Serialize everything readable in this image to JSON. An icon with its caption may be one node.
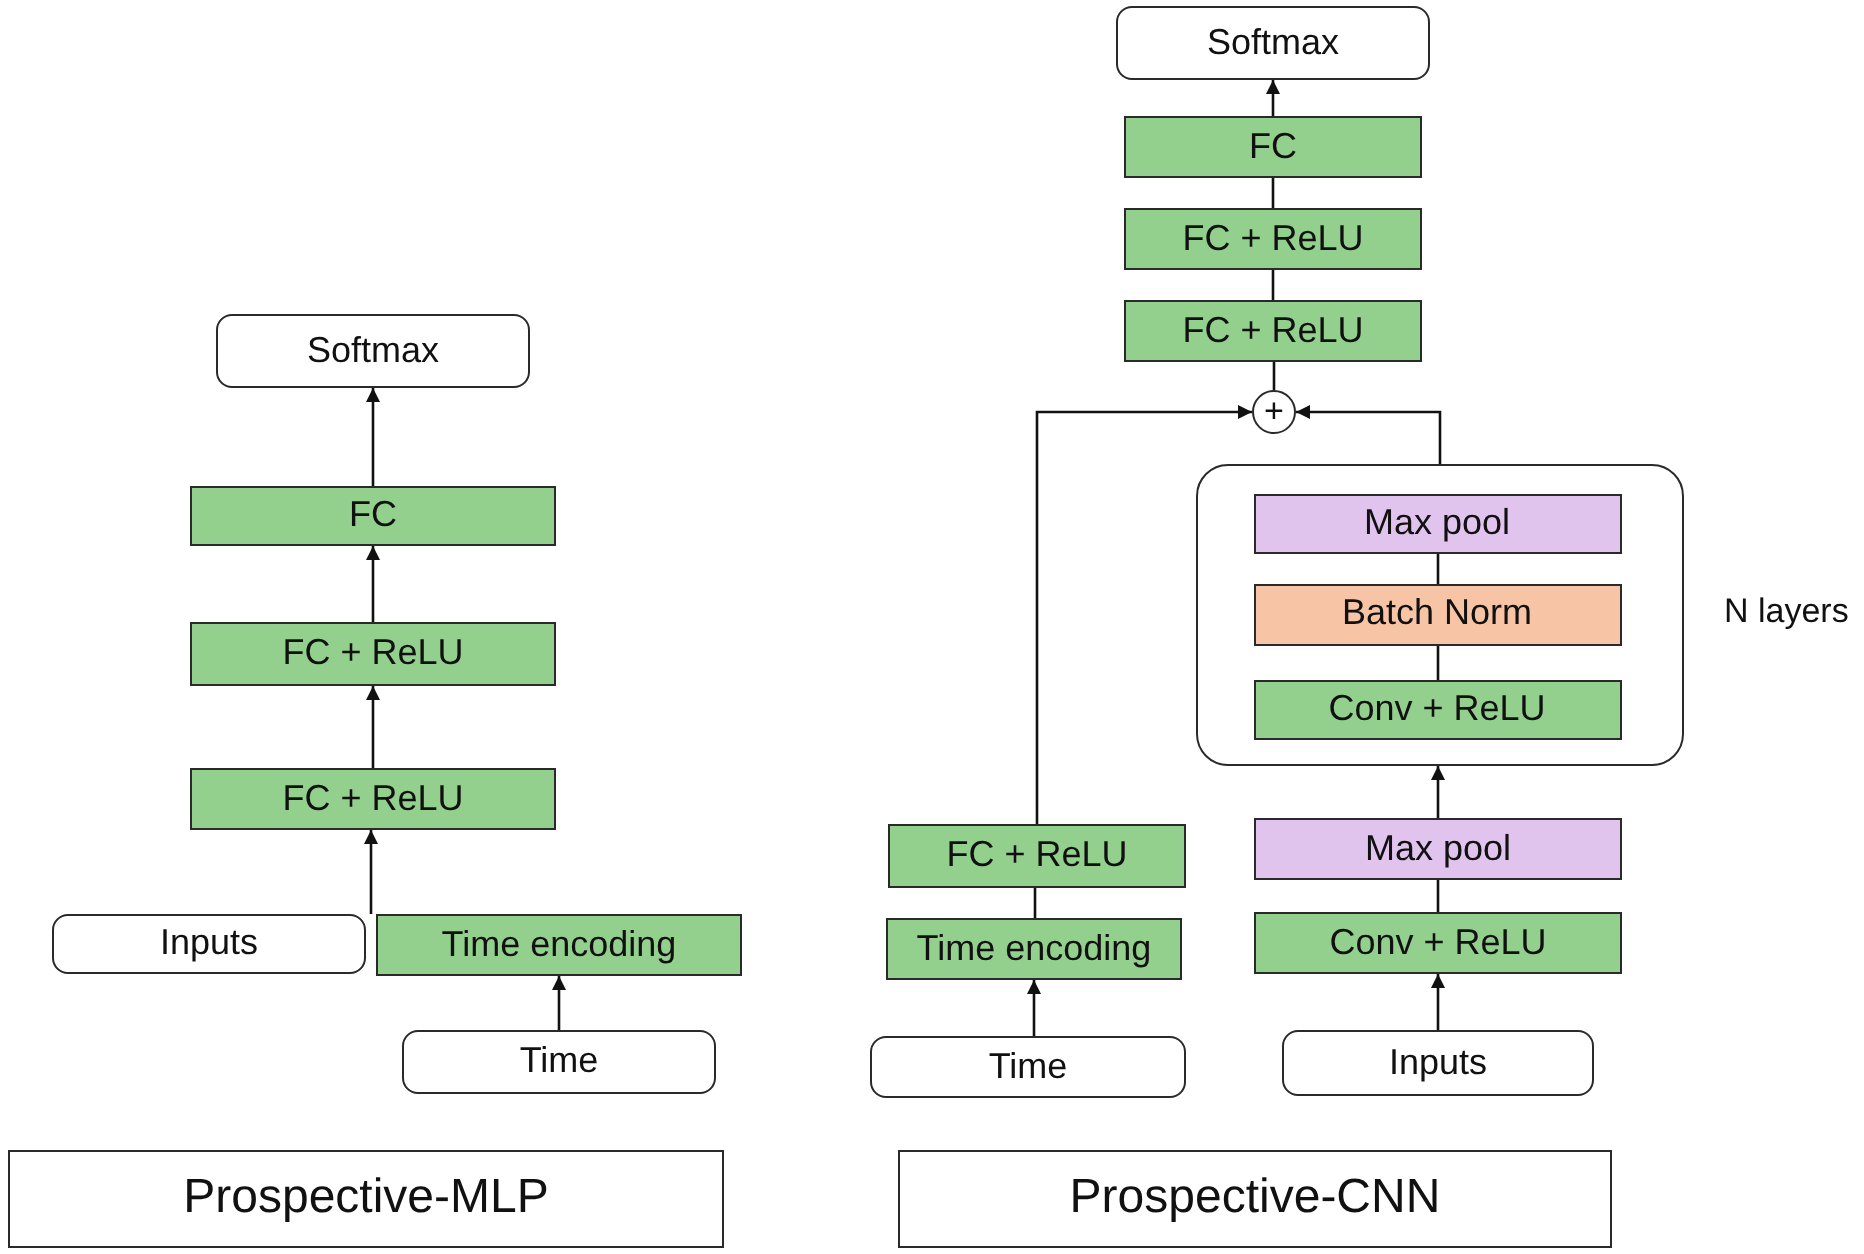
{
  "diagram": {
    "nodes": [
      {
        "text": [
          "Softmax"
        ]
      },
      {
        "text": [
          "FC"
        ]
      },
      {
        "text": [
          "FC + ReLU"
        ]
      },
      {
        "text": [
          "FC + ReLU"
        ]
      },
      {
        "text": [
          "Inputs"
        ]
      },
      {
        "text": [
          "Time encoding"
        ]
      },
      {
        "text": [
          "Time"
        ]
      },
      {
        "text": [
          "Prospective-MLP"
        ]
      },
      {
        "text": [
          "Softmax"
        ]
      },
      {
        "text": [
          "FC"
        ]
      },
      {
        "text": [
          "FC + ReLU"
        ]
      },
      {
        "text": [
          "FC + ReLU"
        ]
      },
      {
        "text": [
          "+"
        ]
      },
      {
        "text": [],
        "shape": "box",
        "beside": [
          "N layers"
        ]
      },
      {
        "text": [
          "Max pool"
        ],
        "in": 13
      },
      {
        "text": [
          "Batch Norm"
        ],
        "in": 13
      },
      {
        "text": [
          "Conv + ReLU"
        ],
        "in": 13
      },
      {
        "text": [
          "FC + ReLU"
        ]
      },
      {
        "text": [
          "Max pool"
        ]
      },
      {
        "text": [
          "Time encoding"
        ]
      },
      {
        "text": [
          "Conv + ReLU"
        ]
      },
      {
        "text": [
          "Time"
        ]
      },
      {
        "text": [
          "Inputs"
        ]
      },
      {
        "text": [
          "Prospective-CNN"
        ]
      }
    ],
    "edges": [
      {
        "from": 1,
        "to": 0,
        "arrow": "to"
      },
      {
        "from": 2,
        "to": 1,
        "arrow": "to"
      },
      {
        "from": 3,
        "to": 2,
        "arrow": "to"
      },
      {
        "from": 4,
        "to": 3,
        "arrow": "to"
      },
      {
        "from": 5,
        "to": 3,
        "arrow": "to"
      },
      {
        "from": 6,
        "to": 5,
        "arrow": "to"
      },
      {
        "from": 9,
        "to": 8,
        "arrow": "to"
      },
      {
        "from": 10,
        "to": 9,
        "arrow": "none"
      },
      {
        "from": 11,
        "to": 10,
        "arrow": "none"
      },
      {
        "from": 12,
        "to": 11,
        "arrow": "none"
      },
      {
        "from": 17,
        "to": 12,
        "arrow": "to"
      },
      {
        "from": 13,
        "to": 12,
        "arrow": "to"
      },
      {
        "from": 16,
        "to": 15,
        "arrow": "none"
      },
      {
        "from": 15,
        "to": 14,
        "arrow": "none"
      },
      {
        "from": 18,
        "to": 13,
        "arrow": "to"
      },
      {
        "from": 20,
        "to": 18,
        "arrow": "none"
      },
      {
        "from": 22,
        "to": 20,
        "arrow": "to"
      },
      {
        "from": 19,
        "to": 17,
        "arrow": "none"
      },
      {
        "from": 21,
        "to": 19,
        "arrow": "to"
      }
    ]
  }
}
